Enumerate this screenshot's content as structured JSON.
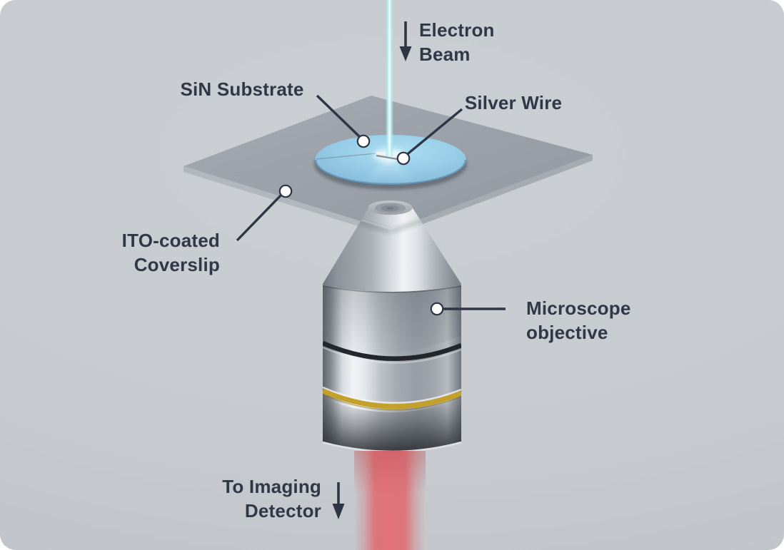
{
  "diagram": {
    "labels": {
      "electron_beam": {
        "line1": "Electron",
        "line2": "Beam"
      },
      "sin_substrate": {
        "text": "SiN Substrate"
      },
      "silver_wire": {
        "text": "Silver Wire"
      },
      "ito_coverslip": {
        "line1": "ITO-coated",
        "line2": "Coverslip"
      },
      "microscope_objective": {
        "line1": "Microscope",
        "line2": "objective"
      },
      "to_imaging_detector": {
        "line1": "To Imaging",
        "line2": "Detector"
      }
    },
    "icons": {
      "electron_beam_arrow": "down-arrow",
      "detector_arrow": "down-arrow",
      "callout_marker": "white-dot"
    },
    "colors": {
      "background": "#c7cbd0",
      "text": "#303848",
      "leader_line": "#2f3545",
      "electron_beam": "#d9f7f9",
      "fluorescence_beam": "#e0747a",
      "substrate_disc": "#93c7e2",
      "coverslip": "#9aa0a8",
      "objective_metal": "#c6cbd0",
      "gold_ring": "#c3a02a"
    }
  }
}
